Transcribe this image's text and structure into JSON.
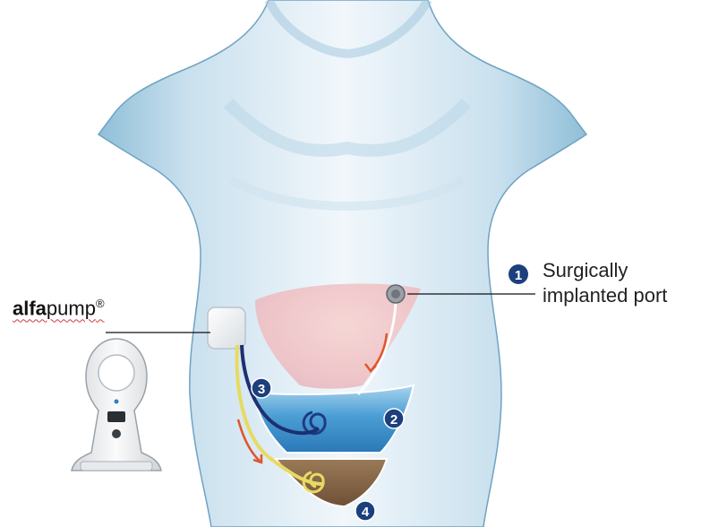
{
  "labels": {
    "brand_bold": "alfa",
    "brand_regular": "pump",
    "brand_mark": "®",
    "port_line1": "Surgically",
    "port_line2": "implanted port"
  },
  "markers": [
    "1",
    "2",
    "3",
    "4"
  ],
  "colors": {
    "marker_fill": "#1c3f7d",
    "body_light": "#e6f0f7",
    "body_shadow": "#7fb0cc",
    "liver_pink": "#f2c7c9",
    "peritoneal_blue": "#3e95cf",
    "bladder_brown": "#8a6849",
    "catheter_yellow": "#e7da63",
    "catheter_navy": "#1e2f72",
    "flow_arrow_red": "#e0552c"
  }
}
